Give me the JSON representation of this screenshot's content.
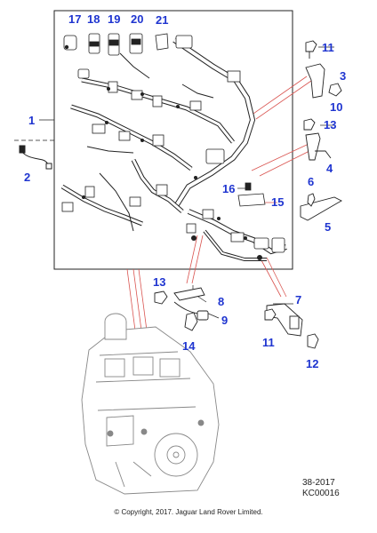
{
  "callouts": {
    "c1": "1",
    "c2": "2",
    "c3": "3",
    "c4": "4",
    "c5": "5",
    "c6": "6",
    "c7": "7",
    "c8": "8",
    "c9": "9",
    "c10": "10",
    "c11a": "11",
    "c11b": "11",
    "c12": "12",
    "c13a": "13",
    "c13b": "13",
    "c14": "14",
    "c15": "15",
    "c16": "16",
    "c17": "17",
    "c18": "18",
    "c19": "19",
    "c20": "20",
    "c21": "21"
  },
  "reference": {
    "date_code": "38-2017",
    "drawing_id": "KC00016"
  },
  "copyright": "© Copyright, 2017. Jaguar Land Rover Limited.",
  "colors": {
    "callout": "#1f35d0",
    "leader": "#d9534f",
    "lines": "#222222"
  }
}
